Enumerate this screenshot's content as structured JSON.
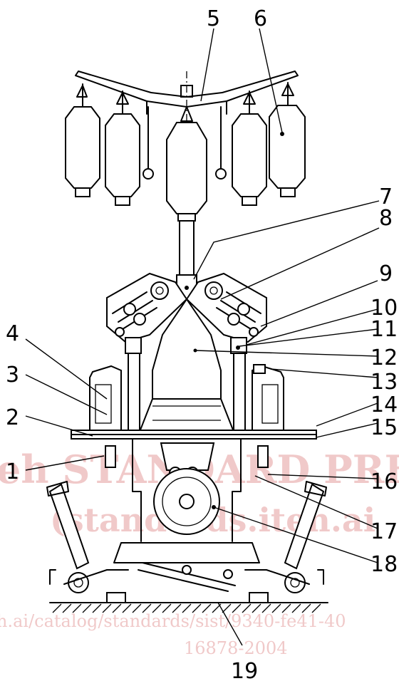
{
  "callouts": [
    {
      "id": "1",
      "label": "1"
    },
    {
      "id": "2",
      "label": "2"
    },
    {
      "id": "3",
      "label": "3"
    },
    {
      "id": "4",
      "label": "4"
    },
    {
      "id": "5",
      "label": "5"
    },
    {
      "id": "6",
      "label": "6"
    },
    {
      "id": "7",
      "label": "7"
    },
    {
      "id": "8",
      "label": "8"
    },
    {
      "id": "9",
      "label": "9"
    },
    {
      "id": "10",
      "label": "10"
    },
    {
      "id": "11",
      "label": "11"
    },
    {
      "id": "12",
      "label": "12"
    },
    {
      "id": "13",
      "label": "13"
    },
    {
      "id": "14",
      "label": "14"
    },
    {
      "id": "15",
      "label": "15"
    },
    {
      "id": "16",
      "label": "16"
    },
    {
      "id": "17",
      "label": "17"
    },
    {
      "id": "18",
      "label": "18"
    },
    {
      "id": "19",
      "label": "19"
    }
  ],
  "watermark": {
    "line1": "eh STANDARD PRE",
    "line2": "(standards.iteh.ai",
    "line3": "h.ai/catalog/standards/sist/9340-fe41-40",
    "line4": "16878-2004"
  },
  "colors": {
    "line": "#000000",
    "watermark": "#e08a8a",
    "background": "#ffffff"
  }
}
